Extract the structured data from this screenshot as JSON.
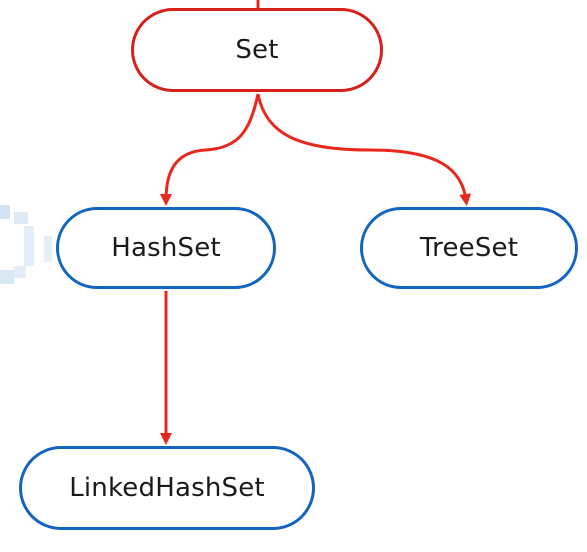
{
  "diagram": {
    "nodes": [
      {
        "id": "set",
        "label": "Set"
      },
      {
        "id": "hashset",
        "label": "HashSet"
      },
      {
        "id": "treeset",
        "label": "TreeSet"
      },
      {
        "id": "linkedhashset",
        "label": "LinkedHashSet"
      }
    ],
    "edges": [
      {
        "from": "set",
        "to": "hashset"
      },
      {
        "from": "set",
        "to": "treeset"
      },
      {
        "from": "hashset",
        "to": "linkedhashset"
      }
    ],
    "colors": {
      "root_border": "#d6201a",
      "child_border": "#1565c0",
      "edge": "#e8281e",
      "text": "#1a1a1a"
    }
  }
}
